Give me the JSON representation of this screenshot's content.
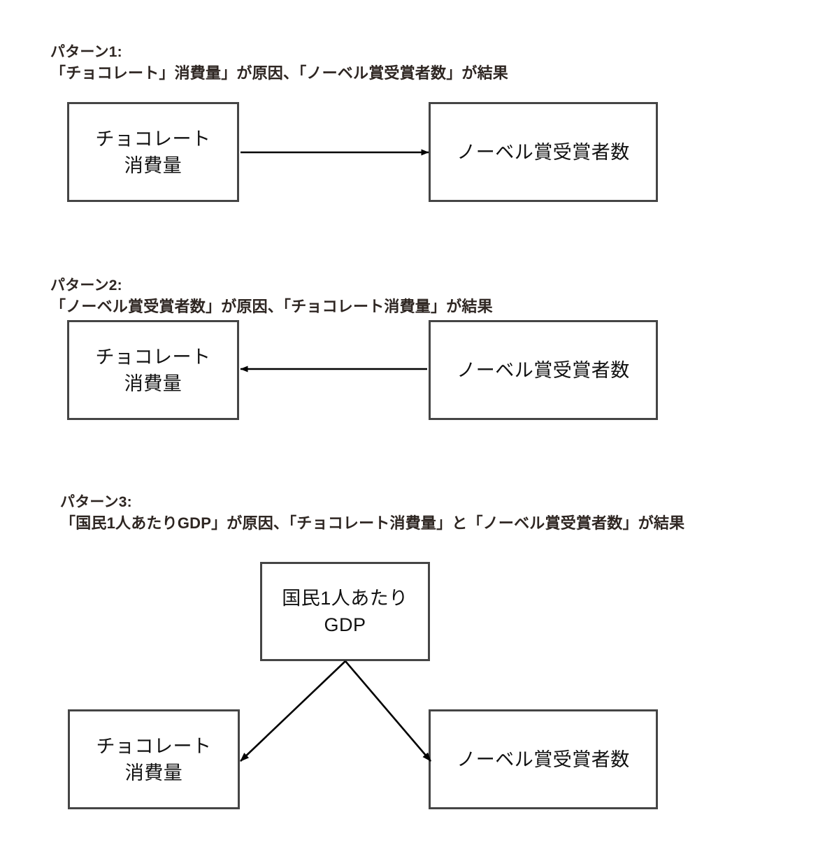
{
  "page": {
    "background": "#ffffff",
    "box_border_color": "#454545",
    "arrow_color": "#000000",
    "text_color": "#2e2622",
    "node_text_color": "#111111"
  },
  "patterns": [
    {
      "id": "pattern-1",
      "title": "パターン1:",
      "description": "「チョコレート」消費量」が原因、「ノーベル賞受賞者数」が結果",
      "nodes": [
        {
          "id": "p1-choco",
          "label": "チョコレート\n消費量"
        },
        {
          "id": "p1-nobel",
          "label": "ノーベル賞受賞者数"
        }
      ],
      "edges": [
        {
          "id": "p1-edge",
          "from": "p1-choco",
          "to": "p1-nobel",
          "direction": "right"
        }
      ]
    },
    {
      "id": "pattern-2",
      "title": "パターン2:",
      "description": "「ノーベル賞受賞者数」が原因、「チョコレート消費量」が結果",
      "nodes": [
        {
          "id": "p2-choco",
          "label": "チョコレート\n消費量"
        },
        {
          "id": "p2-nobel",
          "label": "ノーベル賞受賞者数"
        }
      ],
      "edges": [
        {
          "id": "p2-edge",
          "from": "p2-nobel",
          "to": "p2-choco",
          "direction": "left"
        }
      ]
    },
    {
      "id": "pattern-3",
      "title": "パターン3:",
      "description": "「国民1人あたりGDP」が原因、「チョコレート消費量」と「ノーベル賞受賞者数」が結果",
      "nodes": [
        {
          "id": "p3-gdp",
          "label": "国民1人あたり\nGDP"
        },
        {
          "id": "p3-choco",
          "label": "チョコレート\n消費量"
        },
        {
          "id": "p3-nobel",
          "label": "ノーベル賞受賞者数"
        }
      ],
      "edges": [
        {
          "id": "p3-edge-left",
          "from": "p3-gdp",
          "to": "p3-choco",
          "direction": "down-left"
        },
        {
          "id": "p3-edge-right",
          "from": "p3-gdp",
          "to": "p3-nobel",
          "direction": "down-right"
        }
      ]
    }
  ]
}
